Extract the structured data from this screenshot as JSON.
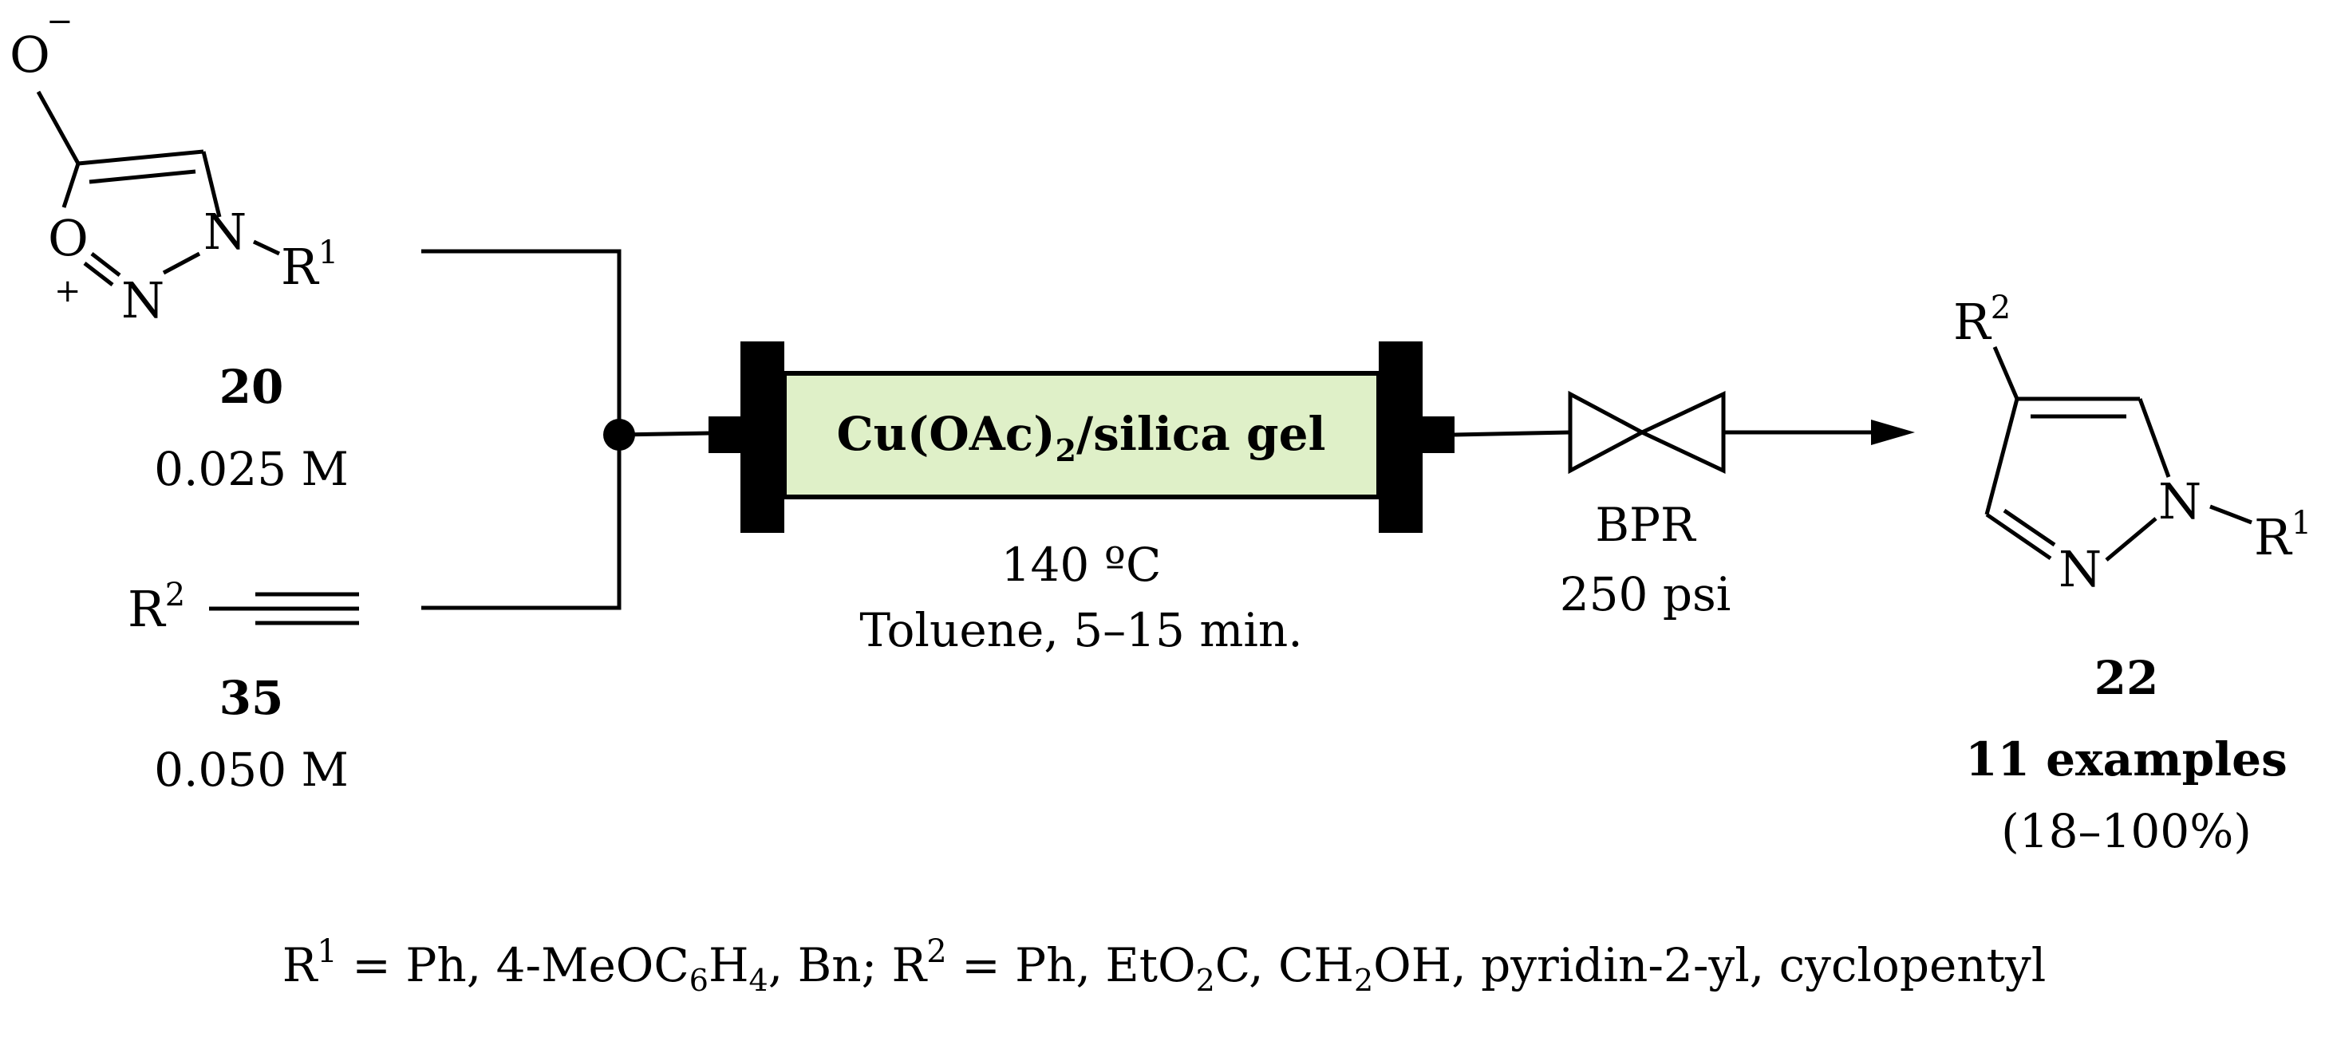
{
  "reactant_1": {
    "atoms": {
      "o_minus": "O",
      "minus": "−",
      "o_ring": "O",
      "plus": "+",
      "n3": "N",
      "n2": "N",
      "r": "R",
      "r_sup": "1"
    },
    "number": "20",
    "concentration": "0.025 M"
  },
  "reactant_2": {
    "r": "R",
    "r_sup": "2",
    "number": "35",
    "concentration": "0.050 M"
  },
  "reactor": {
    "label_main": "Cu(OAc)",
    "label_sub": "2",
    "label_rest": "/silica gel",
    "fill_color": "#dff0c8",
    "temperature": "140 ºC",
    "solvent_time": "Toluene, 5–15 min."
  },
  "bpr": {
    "label": "BPR",
    "pressure": "250 psi"
  },
  "product": {
    "atoms": {
      "r2": "R",
      "r2_sup": "2",
      "n1": "N",
      "n2": "N",
      "r1": "R",
      "r1_sup": "1"
    },
    "number": "22",
    "examples": "11 examples",
    "yield_range": "(18–100%)"
  },
  "substituents": {
    "r1_label": "R",
    "r1_sup": "1",
    "r1_values": " = Ph, 4-MeOC",
    "r1_sub1": "6",
    "r1_mid": "H",
    "r1_sub2": "4",
    "r1_end": ", Bn; ",
    "r2_label": "R",
    "r2_sup": "2",
    "r2_values": " = Ph, EtO",
    "r2_sub1": "2",
    "r2_mid1": "C, CH",
    "r2_sub2": "2",
    "r2_end": "OH, pyridin-2-yl, cyclopentyl"
  }
}
